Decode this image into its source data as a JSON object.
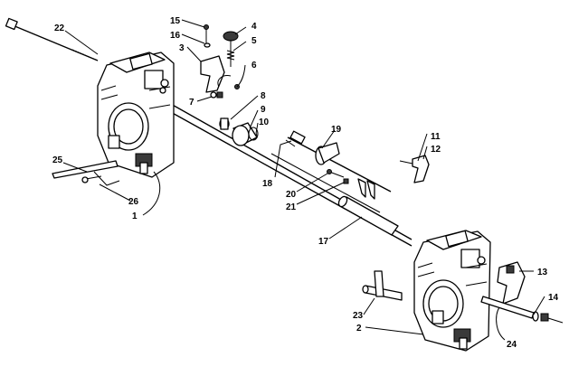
{
  "callouts": {
    "c1": "1",
    "c2": "2",
    "c3": "3",
    "c4": "4",
    "c5": "5",
    "c6": "6",
    "c7": "7",
    "c8": "8",
    "c9": "9",
    "c10": "10",
    "c11": "11",
    "c12": "12",
    "c13": "13",
    "c14": "14",
    "c15": "15",
    "c16": "16",
    "c17": "17",
    "c18": "18",
    "c19": "19",
    "c20": "20",
    "c21": "21",
    "c22": "22",
    "c23": "23",
    "c24": "24",
    "c25": "25",
    "c26": "26"
  },
  "colors": {
    "ink": "#000000",
    "paper": "#ffffff",
    "shade": "#3a3a3a"
  }
}
